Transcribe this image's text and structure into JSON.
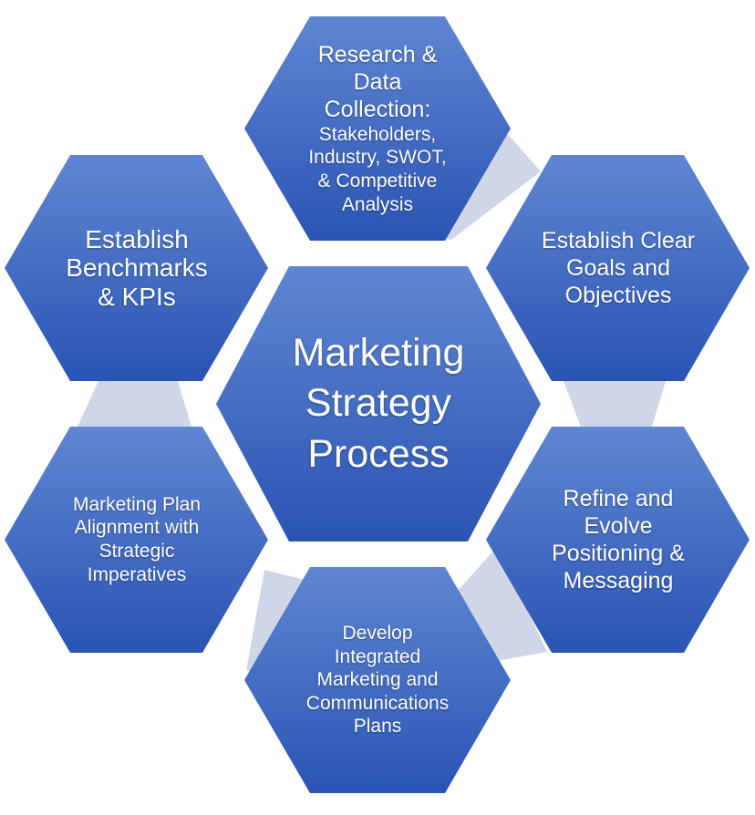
{
  "colors": {
    "hex_top": "#5f86d2",
    "hex_bottom": "#2a54b4",
    "connector": "#cfd6e8",
    "text": "#ffffff"
  },
  "center": {
    "lines": [
      "Marketing",
      "Strategy",
      "Process"
    ]
  },
  "steps": [
    {
      "id": "research",
      "heading": [
        "Research &",
        "Data",
        "Collection:"
      ],
      "detail": [
        "Stakeholders,",
        "Industry, SWOT,",
        "& Competitive",
        "Analysis"
      ]
    },
    {
      "id": "goals",
      "lines": [
        "Establish Clear",
        "Goals and",
        "Objectives"
      ]
    },
    {
      "id": "positioning",
      "lines": [
        "Refine and",
        "Evolve",
        "Positioning &",
        "Messaging"
      ]
    },
    {
      "id": "integrated",
      "lines": [
        "Develop",
        "Integrated",
        "Marketing and",
        "Communications",
        "Plans"
      ]
    },
    {
      "id": "alignment",
      "lines": [
        "Marketing Plan",
        "Alignment with",
        "Strategic",
        "Imperatives"
      ]
    },
    {
      "id": "benchmarks",
      "lines": [
        "Establish",
        "Benchmarks",
        "& KPIs"
      ]
    }
  ]
}
